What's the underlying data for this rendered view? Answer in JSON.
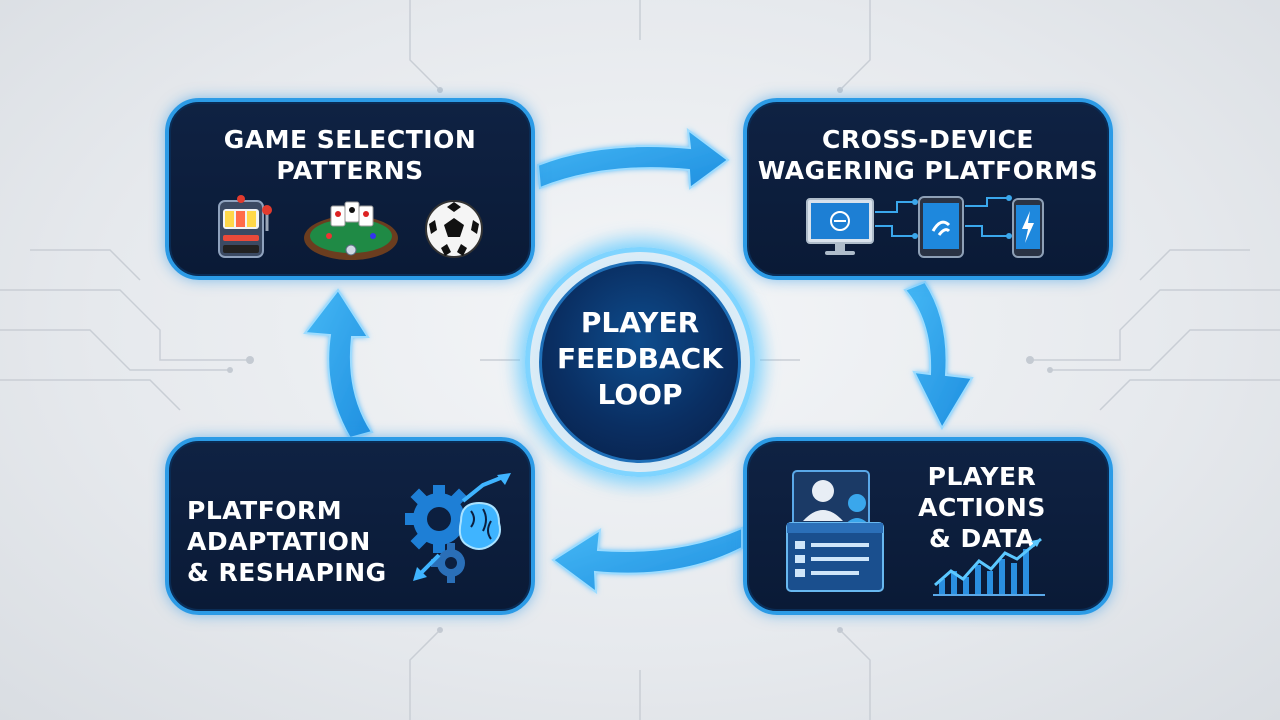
{
  "center": {
    "lines": [
      "PLAYER",
      "FEEDBACK",
      "LOOP"
    ]
  },
  "nodes": {
    "game_selection": {
      "lines": [
        "GAME SELECTION",
        "PATTERNS"
      ]
    },
    "cross_device": {
      "lines": [
        "CROSS-DEVICE",
        "WAGERING PLATFORMS"
      ]
    },
    "player_actions": {
      "lines": [
        "PLAYER",
        "ACTIONS",
        "& DATA"
      ]
    },
    "platform_adaptation": {
      "lines": [
        "PLATFORM",
        "ADAPTATION",
        "& RESHAPING"
      ]
    }
  },
  "icons": {
    "game_selection": [
      "slot-machine-icon",
      "poker-table-icon",
      "soccer-ball-icon"
    ],
    "cross_device": [
      "desktop-monitor-icon",
      "tablet-icon",
      "smartphone-icon"
    ],
    "player_actions": [
      "user-profile-icon",
      "dashboard-icon",
      "growth-chart-icon"
    ],
    "platform_adaptation": [
      "gears-brain-icon"
    ]
  },
  "colors": {
    "box_fill": "#0d1f3f",
    "box_border": "#2c9be6",
    "arrow": "#2aa3ec",
    "accent_glow": "#7fd4ff",
    "background": "#e8ebee"
  }
}
